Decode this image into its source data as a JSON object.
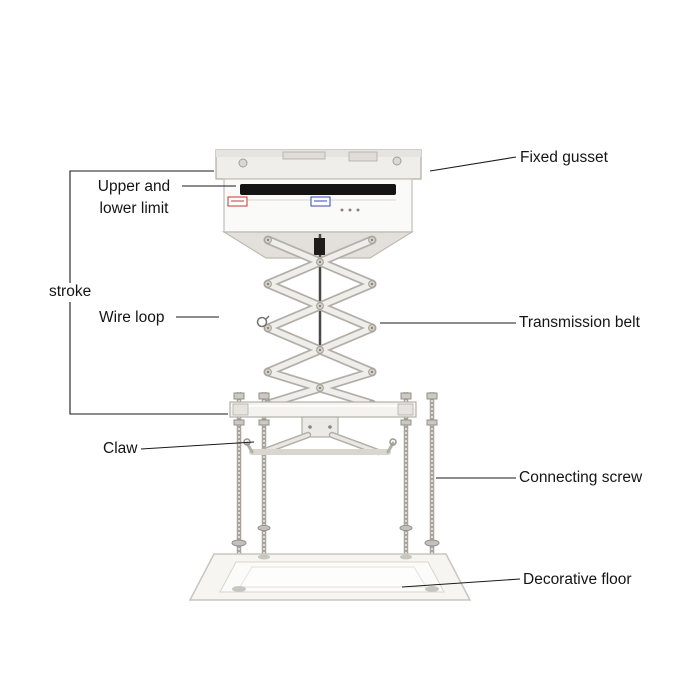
{
  "diagram": {
    "labels": {
      "fixed_gusset": "Fixed gusset",
      "upper_lower_limit": "Upper and lower limit",
      "stroke": "stroke",
      "wire_loop": "Wire loop",
      "transmission_belt": "Transmission belt",
      "claw": "Claw",
      "connecting_screw": "Connecting screw",
      "decorative_floor": "Decorative floor"
    },
    "colors": {
      "leader_line": "#1a1a1a",
      "text": "#141414",
      "machine_body": "#f4f3f0",
      "machine_shadow": "#e3e0db",
      "machine_outline": "#b4b0a9",
      "slot_black": "#161412",
      "sticker_red": "#cc3333",
      "sticker_blue": "#3344bb"
    }
  }
}
